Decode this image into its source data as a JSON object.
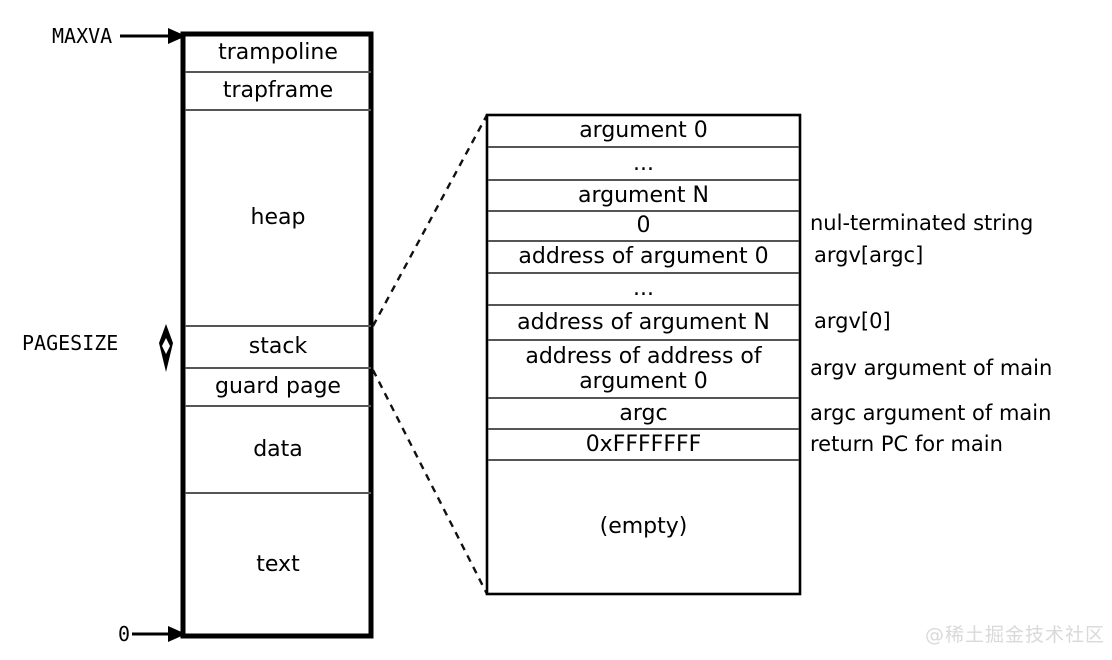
{
  "diagram": {
    "title": "xv6 process virtual address space and initial user stack layout",
    "colors": {
      "outline": "#000000",
      "divider": "#555555",
      "background": "#ffffff",
      "watermark": "#d9d9d9",
      "dash": "#111111"
    },
    "address_space": {
      "top_label": "MAXVA",
      "bottom_label": "0",
      "side_label": "PAGESIZE",
      "rows": [
        {
          "label": "trampoline"
        },
        {
          "label": "trapframe"
        },
        {
          "label": "heap"
        },
        {
          "label": "stack"
        },
        {
          "label": "guard page"
        },
        {
          "label": "data"
        },
        {
          "label": "text"
        }
      ]
    },
    "stack_detail": {
      "rows": [
        {
          "label": "argument 0",
          "note": ""
        },
        {
          "label": "...",
          "note": ""
        },
        {
          "label": "argument N",
          "note": ""
        },
        {
          "label": "0",
          "note": "nul-terminated string"
        },
        {
          "label": "address of argument 0",
          "note": "argv[argc]"
        },
        {
          "label": "...",
          "note": ""
        },
        {
          "label": "address of argument N",
          "note": "argv[0]"
        },
        {
          "label": "address of address of argument 0",
          "note": "argv argument of main"
        },
        {
          "label": "argc",
          "note": "argc argument of main"
        },
        {
          "label": "0xFFFFFFF",
          "note": "return PC for main"
        },
        {
          "label": "(empty)",
          "note": ""
        }
      ]
    },
    "watermark": "@稀土掘金技术社区"
  }
}
